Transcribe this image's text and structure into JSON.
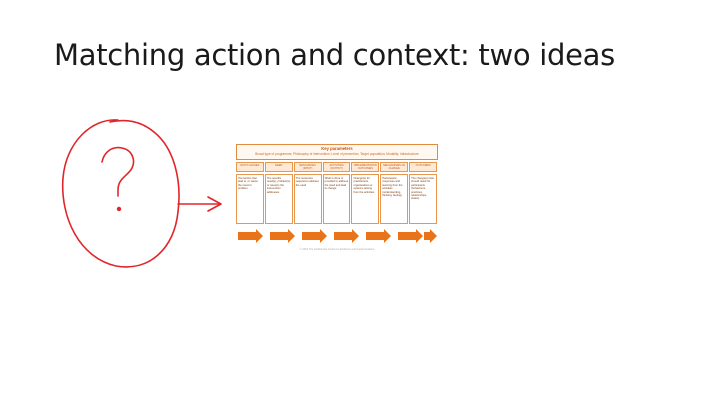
{
  "slide": {
    "title": "Matching action and context: two ideas"
  },
  "sketch": {
    "icon": "question-mark-circle-icon",
    "arrow_icon": "arrow-right-icon",
    "stroke_color": "#e0262b"
  },
  "framework": {
    "accent_color": "#e8731a",
    "banner_title": "Key parameters",
    "banner_subtitle": "Broad type of programme; Philosophy of intervention; Level of prevention; Target population; Modality; Infrastructure",
    "columns": [
      {
        "header": "ROOT CAUSES",
        "body": "The factors that lead to, or cause the need or problem"
      },
      {
        "header": "NEED",
        "body": "The specific need(s), problem(s) or issue(s) the intervention addresses"
      },
      {
        "header": "RESOURCES (INPUT)",
        "body": "The resources required to address the need"
      },
      {
        "header": "ACTIVITIES (OUTPUT)",
        "body": "What is done or provided to address the need and lead to change"
      },
      {
        "header": "IMPLEMENTATION OUTCOMES",
        "body": "Change(s) for practitioners, organisations or systems arising from the activities"
      },
      {
        "header": "MECHANISMS OF CHANGE",
        "body": "Participants' responses and learning from the activities (understanding, thinking, feeling)"
      },
      {
        "header": "OUTCOMES",
        "body": "The change(s) that should result for participants (behaviours, practices, relationships, states)"
      }
    ],
    "footer": "© 2016 The Colebrooke Centre for Evidence and Implementation"
  }
}
